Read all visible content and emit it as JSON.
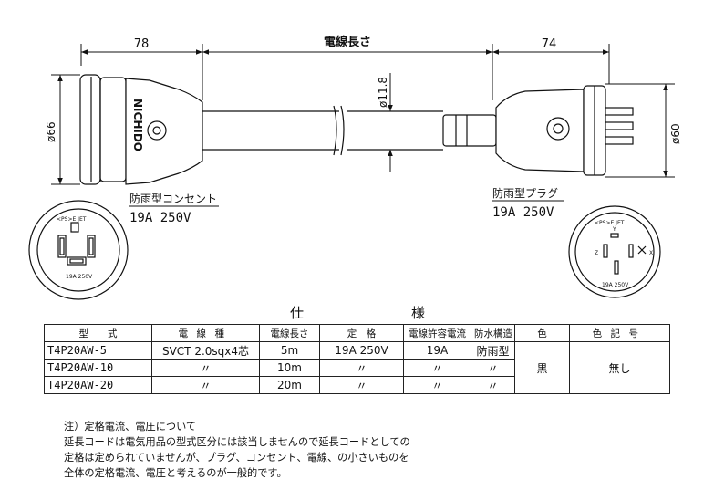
{
  "dimensions": {
    "receptacle_length": "78",
    "cord_length": "電線長さ",
    "plug_length": "74",
    "cord_diameter": "ø11.8",
    "receptacle_diameter": "ø66",
    "plug_diameter": "ø60"
  },
  "receptacle": {
    "brand": "NICHIDO",
    "label": "防雨型コンセント",
    "rating": "19A 250V",
    "face_mark": "<PS>E JET",
    "face_rating": "19A 250V"
  },
  "plug": {
    "label": "防雨型プラグ",
    "rating": "19A 250V",
    "face_mark": "<PS>E JET",
    "pin_y": "Y",
    "pin_z": "Z",
    "pin_x": "X",
    "face_rating": "19A 250V"
  },
  "spec": {
    "title_chars": [
      "仕",
      "様"
    ],
    "headers": [
      "型　　式",
      "電線種",
      "電線長さ",
      "定　格",
      "電線許容電流",
      "防水構造",
      "色",
      "色記号"
    ],
    "rows": [
      {
        "model": "T4P20AW-5",
        "wire": "SVCT 2.0sqx4芯",
        "length": "5m",
        "rating": "19A 250V",
        "current": "19A",
        "waterproof": "防雨型"
      },
      {
        "model": "T4P20AW-10",
        "wire": "〃",
        "length": "10m",
        "rating": "〃",
        "current": "〃",
        "waterproof": "〃"
      },
      {
        "model": "T4P20AW-20",
        "wire": "〃",
        "length": "20m",
        "rating": "〃",
        "current": "〃",
        "waterproof": "〃"
      }
    ],
    "color": "黒",
    "color_code": "無し"
  },
  "note": {
    "lines": [
      "注）定格電流、電圧について",
      "延長コードは電気用品の型式区分には該当しませんので延長コードとしての",
      "定格は定められていませんが、プラグ、コンセント、電線、の小さいものを",
      "全体の定格電流、電圧と考えるのが一般的です。"
    ]
  }
}
